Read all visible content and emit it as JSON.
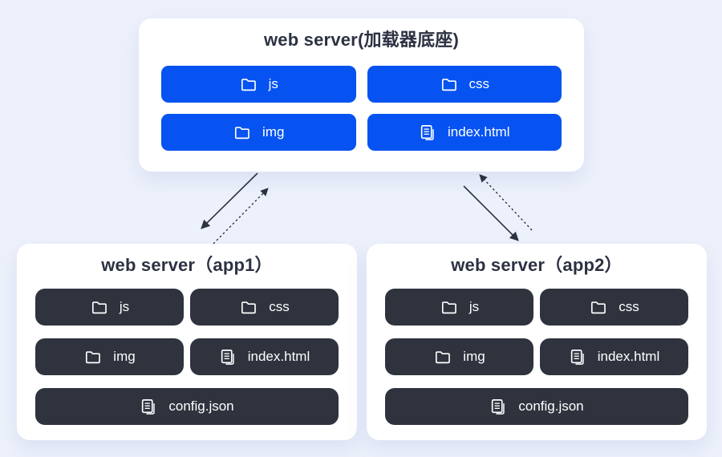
{
  "page": {
    "background": "#edf1fb"
  },
  "colors": {
    "accent_blue": "#0653f1",
    "node_dark": "#2e333e",
    "card_bg": "#ffffff",
    "title_text": "#2c3242",
    "node_text": "#ffffff",
    "arrow": "#2c3242"
  },
  "cards": {
    "loader": {
      "title": "web server(加载器底座)",
      "buttons": [
        {
          "icon": "folder-icon",
          "label": "js"
        },
        {
          "icon": "folder-icon",
          "label": "css"
        },
        {
          "icon": "folder-icon",
          "label": "img"
        },
        {
          "icon": "file-icon",
          "label": "index.html"
        }
      ]
    },
    "app1": {
      "title": "web server（app1）",
      "buttons": [
        {
          "icon": "folder-icon",
          "label": "js"
        },
        {
          "icon": "folder-icon",
          "label": "css"
        },
        {
          "icon": "folder-icon",
          "label": "img"
        },
        {
          "icon": "file-icon",
          "label": "index.html"
        },
        {
          "icon": "file-icon",
          "label": "config.json"
        }
      ]
    },
    "app2": {
      "title": "web server（app2）",
      "buttons": [
        {
          "icon": "folder-icon",
          "label": "js"
        },
        {
          "icon": "folder-icon",
          "label": "css"
        },
        {
          "icon": "folder-icon",
          "label": "img"
        },
        {
          "icon": "file-icon",
          "label": "index.html"
        },
        {
          "icon": "file-icon",
          "label": "config.json"
        }
      ]
    }
  },
  "arrows": [
    {
      "from": "loader",
      "to": "app1",
      "style": "solid"
    },
    {
      "from": "app1",
      "to": "loader",
      "style": "dashed"
    },
    {
      "from": "loader",
      "to": "app2",
      "style": "solid"
    },
    {
      "from": "app2",
      "to": "loader",
      "style": "dashed"
    }
  ]
}
